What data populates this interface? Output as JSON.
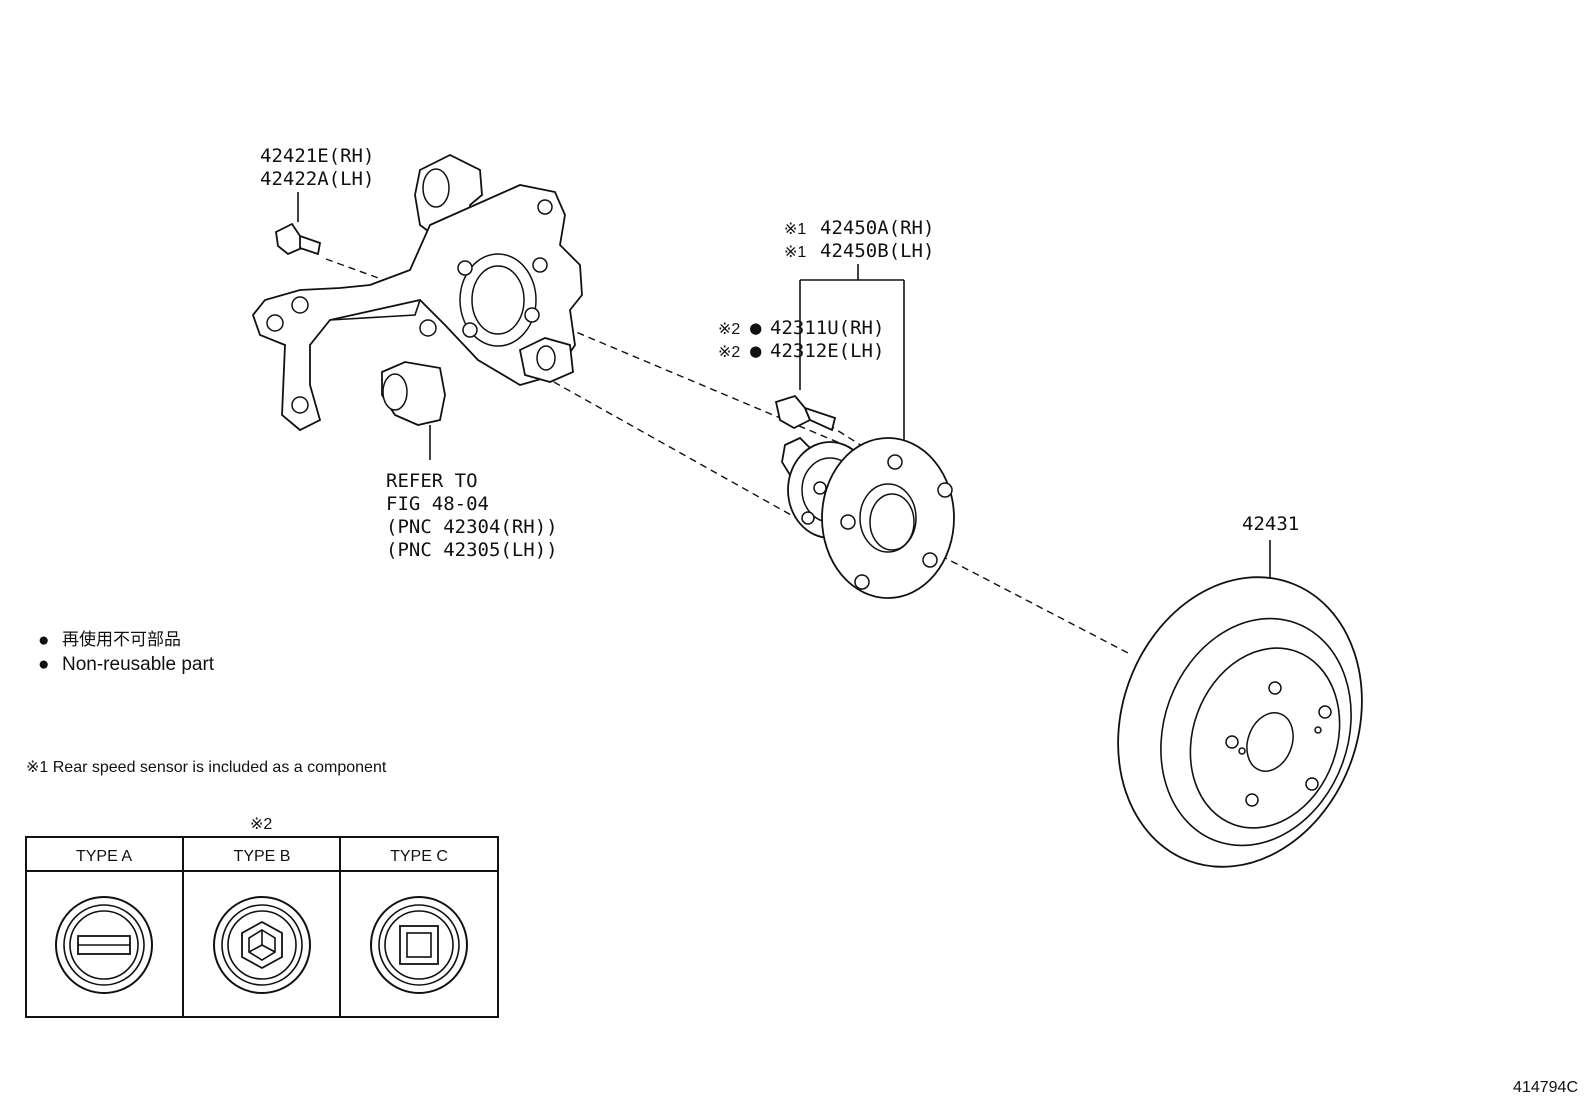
{
  "callouts": {
    "knuckle_bolt": [
      "42421E(RH)",
      "42422A(LH)"
    ],
    "hub_assy": {
      "mark": "※1",
      "lines": [
        "42450A(RH)",
        "42450B(LH)"
      ]
    },
    "hub_bolt": {
      "mark": "※2",
      "bullet": "●",
      "lines": [
        "42311U(RH)",
        "42312E(LH)"
      ]
    },
    "disc": "42431",
    "refer": [
      "REFER TO",
      "FIG 48-04",
      "(PNC 42304(RH))",
      "(PNC 42305(LH))"
    ]
  },
  "legend": {
    "bullet": "●",
    "jp": "再使用不可部品",
    "en": "Non-reusable part"
  },
  "footnote": "※1 Rear speed sensor is included as a component",
  "type_table": {
    "mark": "※2",
    "headers": [
      "TYPE A",
      "TYPE B",
      "TYPE C"
    ],
    "icons": [
      "bolt-slot-head-icon",
      "bolt-hex-socket-icon",
      "bolt-square-socket-icon"
    ]
  },
  "figure_id": "414794C"
}
